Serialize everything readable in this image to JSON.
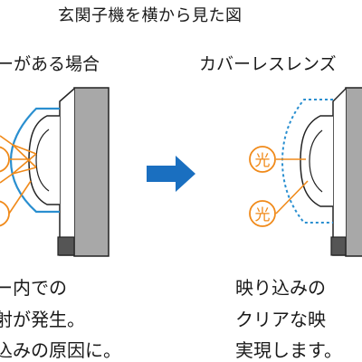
{
  "title": "玄関子機を横から見た図",
  "left_panel": {
    "heading": "ーがある場合",
    "caption_lines": [
      "ー内での",
      "射が発生。",
      "込みの原因に。"
    ],
    "light_labels": []
  },
  "right_panel": {
    "heading": "カバーレスレンズ",
    "caption_lines": [
      "映り込みの",
      "クリアな映",
      "実現します。"
    ],
    "light_labels": [
      "光",
      "光"
    ]
  },
  "colors": {
    "text": "#1a1a1a",
    "wall_fill": "#a8a8a8",
    "device_outline": "#222222",
    "dark_block": "#555555",
    "cover_blue": "#2a8fd0",
    "light_orange": "#f08a1a",
    "arrow_blue": "#1a6fc0"
  },
  "icons": {
    "arrow": "right-arrow-icon",
    "light_badge": "light-circle-icon"
  }
}
